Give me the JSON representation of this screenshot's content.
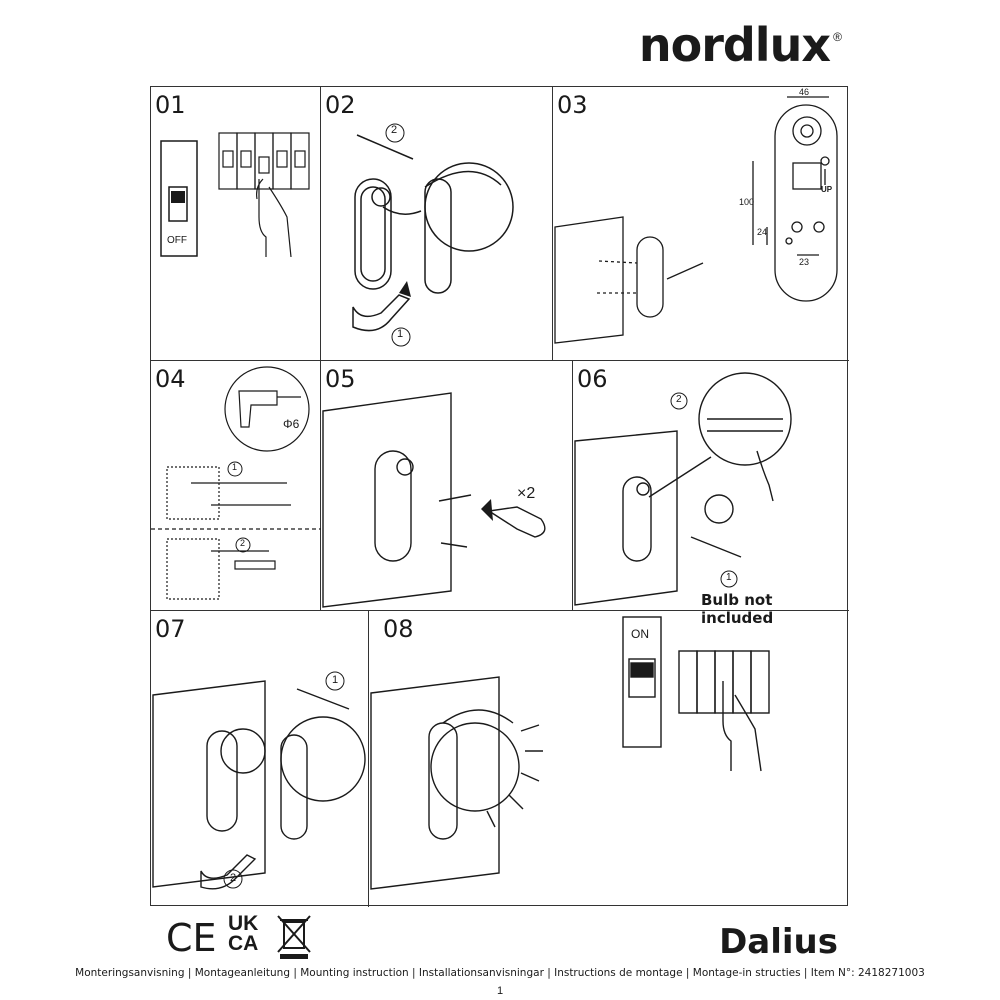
{
  "brand": {
    "name": "nordlux",
    "reg": "®"
  },
  "steps": [
    {
      "number": "01",
      "label": "OFF"
    },
    {
      "number": "02",
      "circ1": "1",
      "circ2": "2"
    },
    {
      "number": "03",
      "dim_width": "46",
      "dim_height": "100",
      "dim_offset": "24",
      "dim_spacing": "23",
      "up": "UP"
    },
    {
      "number": "04",
      "drill_size": "Φ6",
      "circ1": "1",
      "circ2": "2"
    },
    {
      "number": "05",
      "qty": "×2"
    },
    {
      "number": "06",
      "circ1": "1",
      "circ2": "2",
      "note": "Bulb not included"
    },
    {
      "number": "07",
      "circ1": "1",
      "circ2": "2"
    },
    {
      "number": "08",
      "label": "ON"
    }
  ],
  "marks": {
    "ce": "CE",
    "ukca_top": "UK",
    "ukca_bottom": "CA"
  },
  "product_name": "Dalius",
  "footer": "Monteringsanvisning | Montageanleitung | Mounting instruction | Installationsanvisningar | Instructions de montage | Montage-in structies | Item N°: 2418271003",
  "page_number": "1",
  "colors": {
    "line": "#1a1a1a",
    "fill": "#ffffff"
  }
}
